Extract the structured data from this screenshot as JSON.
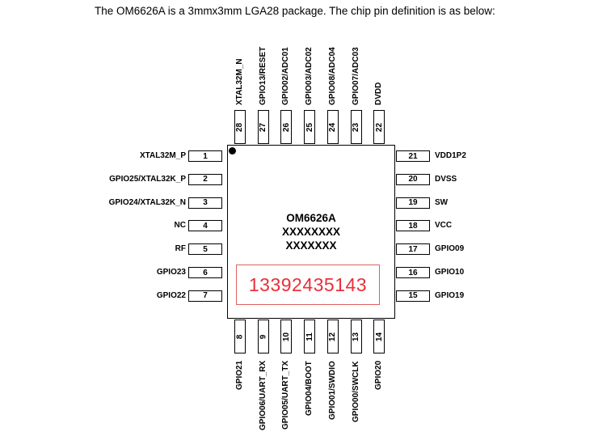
{
  "intro_text": "The OM6626A is a 3mmx3mm LGA28 package. The chip pin definition is as below:",
  "chip": {
    "name": "OM6626A",
    "line2": "XXXXXXXX",
    "line3": "XXXXXXX",
    "phone": "13392435143"
  },
  "pins_left": [
    {
      "num": "1",
      "name": "XTAL32M_P"
    },
    {
      "num": "2",
      "name": "GPIO25/XTAL32K_P"
    },
    {
      "num": "3",
      "name": "GPIO24/XTAL32K_N"
    },
    {
      "num": "4",
      "name": "NC"
    },
    {
      "num": "5",
      "name": "RF"
    },
    {
      "num": "6",
      "name": "GPIO23"
    },
    {
      "num": "7",
      "name": "GPIO22"
    }
  ],
  "pins_bottom": [
    {
      "num": "8",
      "name": "GPIO21"
    },
    {
      "num": "9",
      "name": "GPIO06/UART_RX"
    },
    {
      "num": "10",
      "name": "GPIO05/UART_TX"
    },
    {
      "num": "11",
      "name": "GPIO04/BOOT"
    },
    {
      "num": "12",
      "name": "GPIO01/SWDIO"
    },
    {
      "num": "13",
      "name": "GPIO00/SWCLK"
    },
    {
      "num": "14",
      "name": "GPIO20"
    }
  ],
  "pins_right": [
    {
      "num": "21",
      "name": "VDD1P2"
    },
    {
      "num": "20",
      "name": "DVSS"
    },
    {
      "num": "19",
      "name": "SW"
    },
    {
      "num": "18",
      "name": "VCC"
    },
    {
      "num": "17",
      "name": "GPIO09"
    },
    {
      "num": "16",
      "name": "GPIO10"
    },
    {
      "num": "15",
      "name": "GPIO19"
    }
  ],
  "pins_top": [
    {
      "num": "28",
      "name": "XTAL32M_N"
    },
    {
      "num": "27",
      "name": "GPIO13/RESET"
    },
    {
      "num": "26",
      "name": "GPIO02/ADC01"
    },
    {
      "num": "25",
      "name": "GPIO03/ADC02"
    },
    {
      "num": "24",
      "name": "GPIO08/ADC04"
    },
    {
      "num": "23",
      "name": "GPIO07/ADC03"
    },
    {
      "num": "22",
      "name": "DVDD"
    }
  ]
}
